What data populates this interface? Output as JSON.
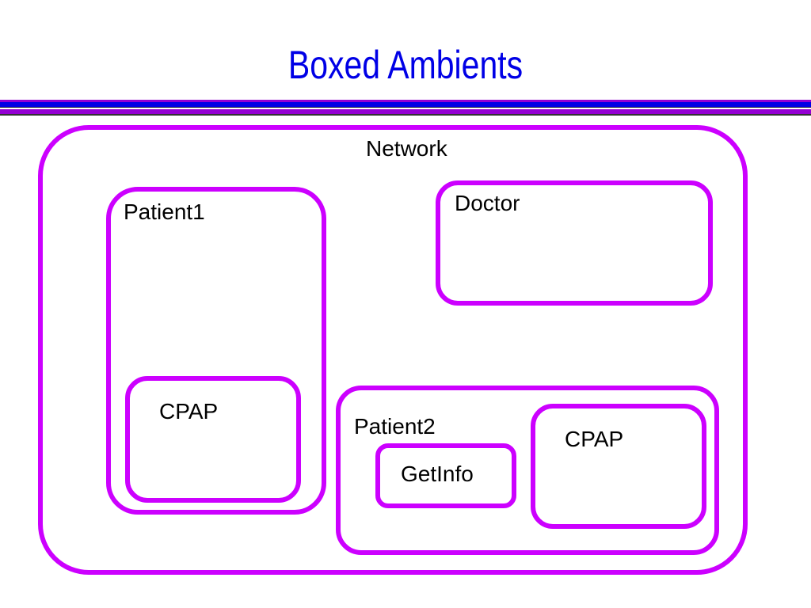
{
  "slide": {
    "title": "Boxed Ambients"
  },
  "diagram": {
    "network": {
      "label": "Network"
    },
    "patient1": {
      "label": "Patient1",
      "cpap": {
        "label": "CPAP"
      }
    },
    "doctor": {
      "label": "Doctor"
    },
    "patient2": {
      "label": "Patient2",
      "getinfo": {
        "label": "GetInfo"
      },
      "cpap": {
        "label": "CPAP"
      }
    }
  },
  "colors": {
    "title": "#0000e6",
    "ambient_border": "#cc00ff",
    "rule_purple": "#9400d3",
    "rule_blue": "#0000e6"
  }
}
